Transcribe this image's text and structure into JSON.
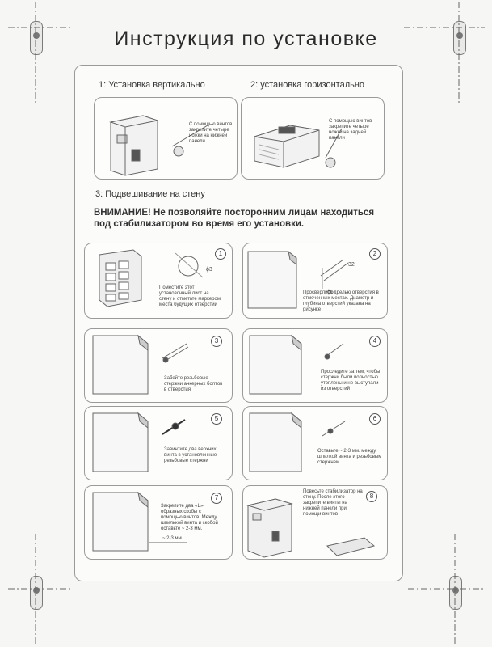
{
  "document": {
    "title": "Инструкция по установке",
    "sections": {
      "vertical": "1: Установка вертикально",
      "horizontal": "2: установка горизонтально",
      "wall": "3: Подвешивание на стену"
    },
    "warning": "ВНИМАНИЕ! Не позволяйте посторонним лицам находиться под стабилизатором во время его установки.",
    "top_captions": {
      "vertical": "С помощью винтов закрепите четыре ножки на нижней панели",
      "horizontal": "С помощью винтов закрепите четыре ножки на задней панели"
    },
    "steps": [
      {
        "num": "1",
        "caption": "Поместите этот установочный лист на стену и отметьте маркером места будущих отверстий",
        "dims": [
          "ϕ3"
        ]
      },
      {
        "num": "2",
        "caption": "Просверлите дрелью отверстия в отмеченных местах. Диаметр и глубина отверстий указана на рисунке",
        "dims": [
          "ϕ6",
          "32"
        ]
      },
      {
        "num": "3",
        "caption": "Забейте резьбовые стержни анкерных болтов в отверстия",
        "dims": []
      },
      {
        "num": "4",
        "caption": "Проследите за тем, чтобы стержни были полностью утоплены и не выступали из отверстий",
        "dims": []
      },
      {
        "num": "5",
        "caption": "Завинтите два верхних винта в установленные резьбовые стержни",
        "dims": []
      },
      {
        "num": "6",
        "caption": "Оставьте ~ 2-3 мм. между шпилкой винта и резьбовым стержнем",
        "dims": []
      },
      {
        "num": "7",
        "caption": "Закрепите два «L»-образных скобы с помощью винтов. Между шпилькой винта и скобой оставьте ~ 2-3 мм.",
        "dims": [
          "~ 2-3 мм."
        ]
      },
      {
        "num": "8",
        "caption": "Повесьте стабилизатор на стену. После этого закрепите винты на нижней панели при помощи винтов",
        "dims": []
      }
    ]
  }
}
